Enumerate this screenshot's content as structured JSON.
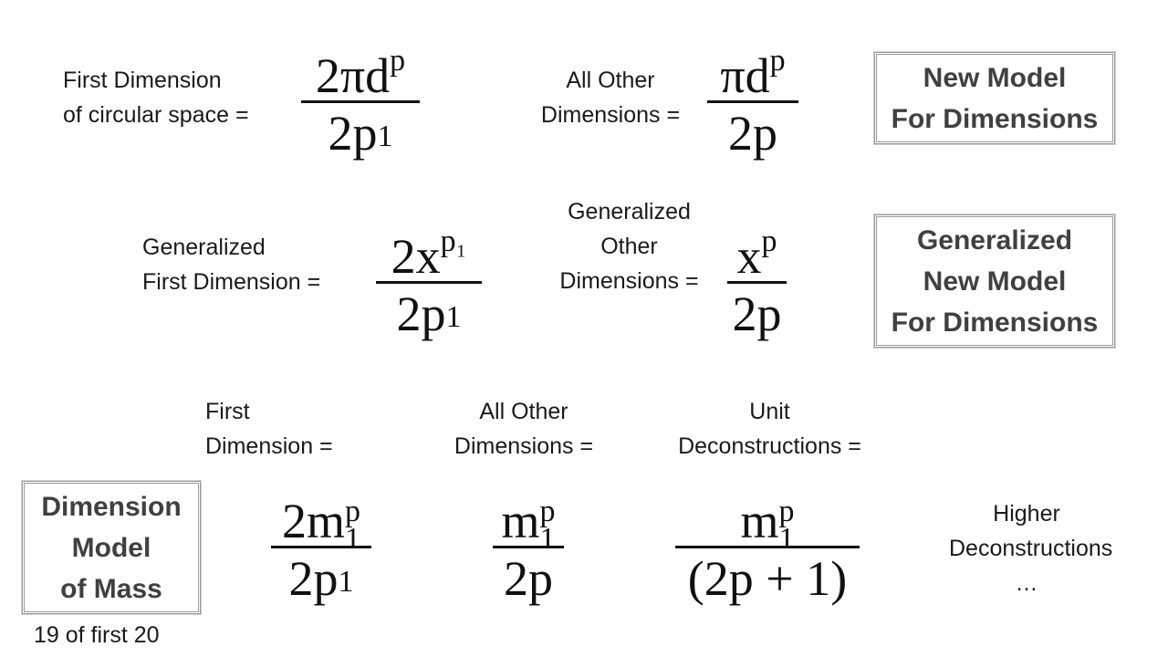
{
  "row1": {
    "label1": [
      "First Dimension",
      "of circular space  ="
    ],
    "frac1": {
      "num": "2πd",
      "num_sup": "p",
      "den": "2p",
      "den_sub": "1"
    },
    "label2": [
      "All Other",
      "Dimensions ="
    ],
    "frac2": {
      "num": "πd",
      "num_sup": "p",
      "den": "2p"
    },
    "box": [
      "New Model",
      "For Dimensions"
    ]
  },
  "row2": {
    "label1": [
      "Generalized",
      "First Dimension  ="
    ],
    "frac1": {
      "num": "2x",
      "num_sup": "p₁",
      "den": "2p",
      "den_sub": "1"
    },
    "label2": [
      "Generalized",
      "Other",
      "Dimensions ="
    ],
    "frac2": {
      "num": "x",
      "num_sup": "p",
      "den": "2p"
    },
    "box": [
      "Generalized",
      "New Model",
      "For Dimensions"
    ]
  },
  "row3": {
    "label1": [
      "First",
      "Dimension  ="
    ],
    "frac1": {
      "num": "2m",
      "num_sup": "p",
      "num_sub": "1",
      "den": "2p",
      "den_sub": "1"
    },
    "label2": [
      "All Other",
      "Dimensions ="
    ],
    "frac2": {
      "num": "m",
      "num_sup": "p",
      "num_sub": "1",
      "den": "2p"
    },
    "label3": [
      "Unit",
      "Deconstructions ="
    ],
    "frac3": {
      "num": "m",
      "num_sup": "p",
      "num_sub": "1",
      "den": "(2p + 1)"
    },
    "label4": [
      "Higher",
      "Deconstructions",
      "…"
    ],
    "box": [
      "Dimension",
      "Model",
      "of Mass"
    ],
    "caption": "19 of first 20"
  }
}
